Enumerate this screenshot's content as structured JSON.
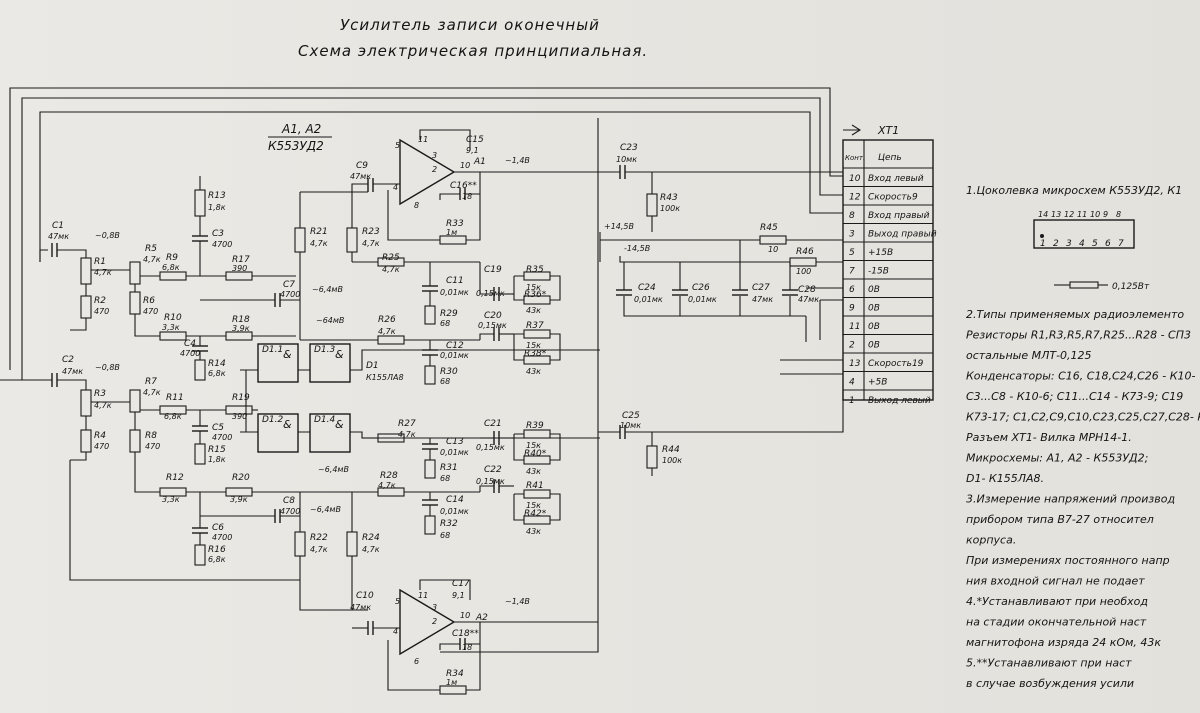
{
  "title": {
    "line1": "Усилитель записи оконечный",
    "line2": "Схема электрическая принципиальная."
  },
  "chip_label": {
    "designator": "A1, A2",
    "type": "К553УД2"
  },
  "voltages": {
    "r1": "~0,8В",
    "r3": "~0,8В",
    "a1": "~1,4В",
    "a2": "~1,4В",
    "c7": "~6,4мВ",
    "r26": "~64мВ",
    "d12": "~6,4мВ",
    "c8": "~6,4мВ",
    "p14": "+14,5В",
    "m14": "-14,5В"
  },
  "components": {
    "R1": {
      "ref": "R1",
      "val": "4,7к"
    },
    "R2": {
      "ref": "R2",
      "val": "470"
    },
    "R3": {
      "ref": "R3",
      "val": "4,7к"
    },
    "R4": {
      "ref": "R4",
      "val": "470"
    },
    "R5": {
      "ref": "R5",
      "val": "4,7к"
    },
    "R6": {
      "ref": "R6",
      "val": "470"
    },
    "R7": {
      "ref": "R7",
      "val": "4,7к"
    },
    "R8": {
      "ref": "R8",
      "val": "470"
    },
    "R9": {
      "ref": "R9",
      "val": "6,8к"
    },
    "R10": {
      "ref": "R10",
      "val": "3,3к"
    },
    "R11": {
      "ref": "R11",
      "val": "6,8к"
    },
    "R12": {
      "ref": "R12",
      "val": "3,3к"
    },
    "R13": {
      "ref": "R13",
      "val": "1,8к"
    },
    "R14": {
      "ref": "R14",
      "val": "6,8к"
    },
    "R15": {
      "ref": "R15",
      "val": "1,8к"
    },
    "R16": {
      "ref": "R16",
      "val": "6,8к"
    },
    "R17": {
      "ref": "R17",
      "val": "390"
    },
    "R18": {
      "ref": "R18",
      "val": "3,9к"
    },
    "R19": {
      "ref": "R19",
      "val": "390"
    },
    "R20": {
      "ref": "R20",
      "val": "3,9к"
    },
    "R21": {
      "ref": "R21",
      "val": "4,7к"
    },
    "R22": {
      "ref": "R22",
      "val": "4,7к"
    },
    "R23": {
      "ref": "R23",
      "val": "4,7к"
    },
    "R24": {
      "ref": "R24",
      "val": "4,7к"
    },
    "R25": {
      "ref": "R25",
      "val": "4,7к"
    },
    "R26": {
      "ref": "R26",
      "val": "4,7к"
    },
    "R27": {
      "ref": "R27",
      "val": "4,7к"
    },
    "R28": {
      "ref": "R28",
      "val": "4,7к"
    },
    "R29": {
      "ref": "R29",
      "val": "68"
    },
    "R30": {
      "ref": "R30",
      "val": "68"
    },
    "R31": {
      "ref": "R31",
      "val": "68"
    },
    "R32": {
      "ref": "R32",
      "val": "68"
    },
    "R33": {
      "ref": "R33",
      "val": "1м"
    },
    "R34": {
      "ref": "R34",
      "val": "1м"
    },
    "R35": {
      "ref": "R35",
      "val": "15к"
    },
    "R36": {
      "ref": "R36*",
      "val": "43к"
    },
    "R37": {
      "ref": "R37",
      "val": "15к"
    },
    "R38": {
      "ref": "R38*",
      "val": "43к"
    },
    "R39": {
      "ref": "R39",
      "val": "15к"
    },
    "R40": {
      "ref": "R40*",
      "val": "43к"
    },
    "R41": {
      "ref": "R41",
      "val": "15к"
    },
    "R42": {
      "ref": "R42*",
      "val": "43к"
    },
    "R43": {
      "ref": "R43",
      "val": "100к"
    },
    "R44": {
      "ref": "R44",
      "val": "100к"
    },
    "R45": {
      "ref": "R45",
      "val": "10"
    },
    "R46": {
      "ref": "R46",
      "val": "100"
    },
    "C1": {
      "ref": "C1",
      "val": "47мк"
    },
    "C2": {
      "ref": "C2",
      "val": "47мк"
    },
    "C3": {
      "ref": "C3",
      "val": "4700"
    },
    "C4": {
      "ref": "C4",
      "val": "4700"
    },
    "C5": {
      "ref": "C5",
      "val": "4700"
    },
    "C6": {
      "ref": "C6",
      "val": "4700"
    },
    "C7": {
      "ref": "C7",
      "val": "4700"
    },
    "C8": {
      "ref": "C8",
      "val": "4700"
    },
    "C9": {
      "ref": "C9",
      "val": "47мк"
    },
    "C10": {
      "ref": "C10",
      "val": "47мк"
    },
    "C11": {
      "ref": "C11",
      "val": "0,01мк"
    },
    "C12": {
      "ref": "C12",
      "val": "0,01мк"
    },
    "C13": {
      "ref": "C13",
      "val": "0,01мк"
    },
    "C14": {
      "ref": "C14",
      "val": "0,01мк"
    },
    "C15": {
      "ref": "C15",
      "val": "9,1"
    },
    "C16": {
      "ref": "C16**",
      "val": "18"
    },
    "C17": {
      "ref": "C17",
      "val": "9,1"
    },
    "C18": {
      "ref": "C18**",
      "val": "18"
    },
    "C19": {
      "ref": "C19",
      "val": "0,15мк"
    },
    "C20": {
      "ref": "C20",
      "val": "0,15мк"
    },
    "C21": {
      "ref": "C21",
      "val": "0,15мк"
    },
    "C22": {
      "ref": "C22",
      "val": "0,15мк"
    },
    "C23": {
      "ref": "C23",
      "val": "10мк"
    },
    "C24": {
      "ref": "C24",
      "val": "0,01мк"
    },
    "C25": {
      "ref": "C25",
      "val": "10мк"
    },
    "C26": {
      "ref": "C26",
      "val": "0,01мк"
    },
    "C27": {
      "ref": "C27",
      "val": "47мк"
    },
    "C28": {
      "ref": "C28",
      "val": "47мк"
    },
    "D1": {
      "ref": "D1",
      "val": "К155ЛА8"
    },
    "D11": {
      "ref": "D1.1"
    },
    "D12": {
      "ref": "D1.2"
    },
    "D13": {
      "ref": "D1.3"
    },
    "D14": {
      "ref": "D1.4"
    },
    "A1": {
      "ref": "A1"
    },
    "A2": {
      "ref": "A2"
    }
  },
  "connector": {
    "name": "XT1",
    "col_pin": "Конт.",
    "col_net": "Цепь",
    "rows": [
      {
        "pin": "10",
        "net": "Вход левый"
      },
      {
        "pin": "12",
        "net": "Скорость9"
      },
      {
        "pin": "8",
        "net": "Вход правый"
      },
      {
        "pin": "3",
        "net": "Выход правый"
      },
      {
        "pin": "5",
        "net": "+15В"
      },
      {
        "pin": "7",
        "net": "-15В"
      },
      {
        "pin": "6",
        "net": "0В"
      },
      {
        "pin": "9",
        "net": "0В"
      },
      {
        "pin": "11",
        "net": "0В"
      },
      {
        "pin": "2",
        "net": "0В"
      },
      {
        "pin": "13",
        "net": "Скорость19"
      },
      {
        "pin": "4",
        "net": "+5В"
      },
      {
        "pin": "1",
        "net": "Выход левый"
      }
    ]
  },
  "notes": {
    "pinout": "1.Цоколевка микросхем К553УД2, К1",
    "pin_top": [
      "14",
      "13",
      "12",
      "11",
      "10",
      "9",
      "8"
    ],
    "pin_bottom": [
      "1",
      "2",
      "3",
      "4",
      "5",
      "6",
      "7"
    ],
    "resistor_power": "0,125Вт",
    "lines": [
      "2.Типы применяемых радиоэлементо",
      "Резисторы R1,R3,R5,R7,R25...R28 - СП3",
      "остальные МЛТ-0,125",
      "Конденсаторы: С16, С18,С24,С26 - К10-",
      "С3...С8 - К10-6; С11...С14 - К73-9; С19",
      "К73-17; С1,С2,С9,С10,С23,С25,С27,С28- К",
      "Разъем XT1- Вилка МРН14-1.",
      "Микросхемы: А1, А2 - К553УД2;",
      "D1- К155ЛА8.",
      "3.Измерение напряжений производ",
      "прибором типа В7-27 относител",
      "корпуса.",
      "При измерениях постоянного напр",
      "ния входной сигнал не подает",
      "4.*Устанавливают при необход",
      "на стадии окончательной наст",
      "магнитофона изряда 24 кОм, 43к",
      "5.**Устанавливают при наст",
      "в случае возбуждения усили"
    ]
  }
}
